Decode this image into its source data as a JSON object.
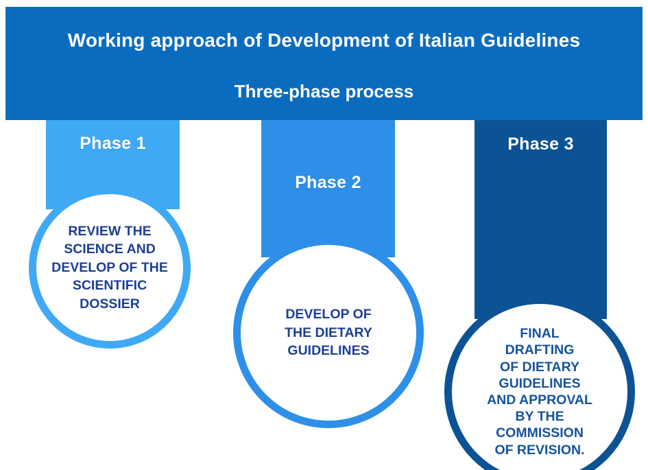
{
  "banner": {
    "title": "Working approach of Development of Italian Guidelines",
    "subtitle": "Three-phase process",
    "background_color": "#0A6CBE",
    "text_color": "#FFFFFF"
  },
  "phases": [
    {
      "label": "Phase 1",
      "circle_text": "REVIEW THE\nSCIENCE AND\nDEVELOP OF THE\nSCIENTIFIC\nDOSSIER",
      "accent_color": "#3FA9F5",
      "circle_text_color": "#1C3F94"
    },
    {
      "label": "Phase 2",
      "circle_text": "DEVELOP OF\nTHE  DIETARY\nGUIDELINES",
      "accent_color": "#2E8FE8",
      "circle_text_color": "#1C3F94"
    },
    {
      "label": "Phase 3",
      "circle_text": "FINAL\nDRAFTING\nOF DIETARY\nGUIDELINES\nAND APPROVAL\nBY THE\nCOMMISSION\nOF REVISION.",
      "accent_color": "#0B5394",
      "circle_text_color": "#15539B"
    }
  ]
}
